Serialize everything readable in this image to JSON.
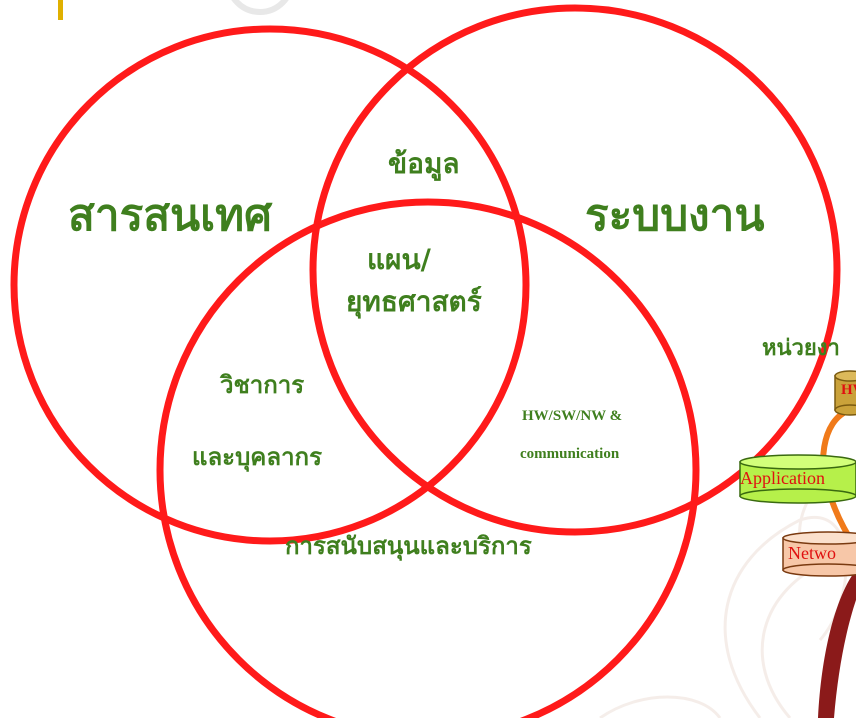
{
  "venn": {
    "circle_information": "สารสนเทศ",
    "circle_system": "ระบบงาน",
    "intersection_top": "ข้อมูล",
    "center_line1": "แผน/",
    "center_line2": "ยุทธศาสตร์",
    "left_bottom_line1": "วิชาการ",
    "left_bottom_line2": "และบุคลากร",
    "right_bottom_line1": "HW/SW/NW &",
    "right_bottom_line2": "communication",
    "bottom_circle": "การสนับสนุนและบริการ"
  },
  "side_panel": {
    "title": "หน่วยงา",
    "hw_label": "HW",
    "application_label": "Application",
    "network_label": "Netwo"
  },
  "colors": {
    "circle_stroke": "#ff1a1a",
    "label_green": "#3f7f1e",
    "accent_yellow": "#e0b000",
    "app_fill": "#b6f04a",
    "hw_fill": "#caa23a",
    "net_fill": "#f7c7a8",
    "connector": "#f07a1a",
    "decor": "#8b1a1a"
  }
}
